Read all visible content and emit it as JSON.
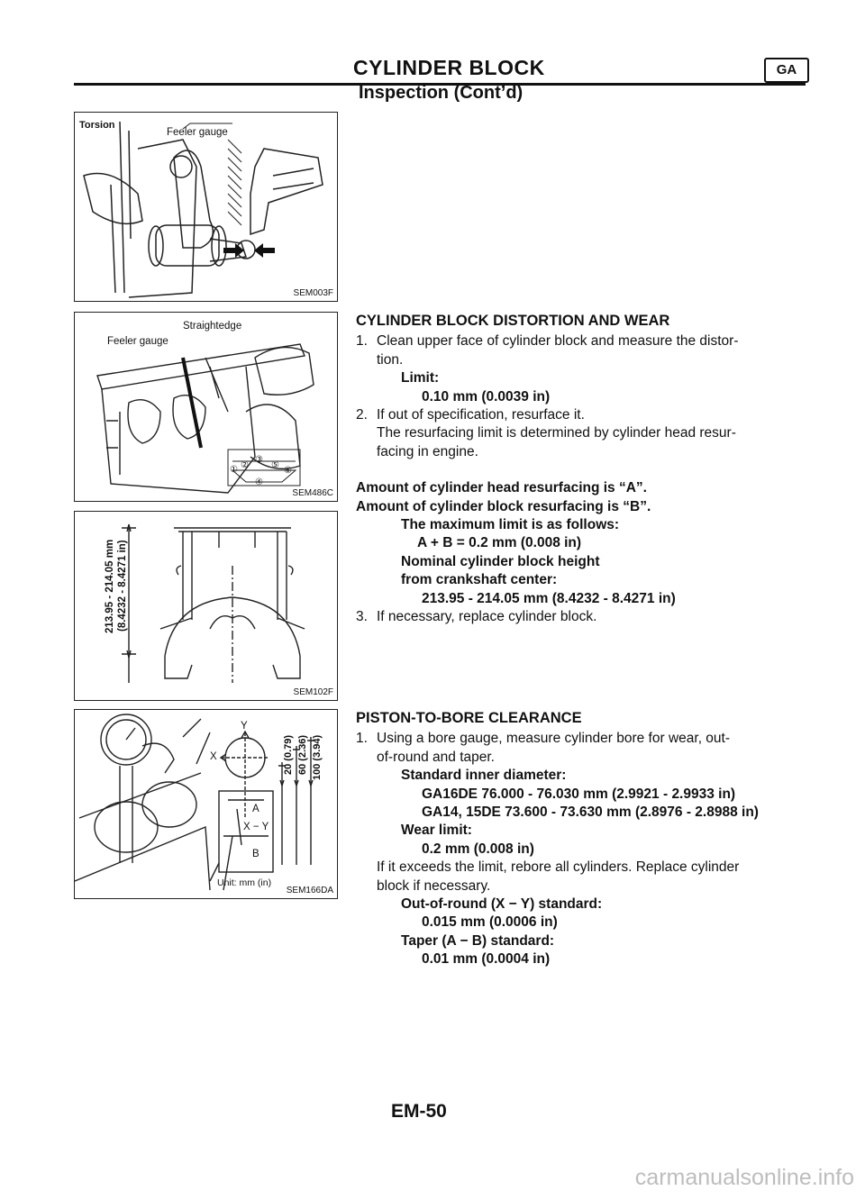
{
  "header": {
    "title": "CYLINDER BLOCK",
    "badge": "GA",
    "subtitle": "Inspection (Cont’d)"
  },
  "figures": [
    {
      "code": "SEM003F",
      "labels": [
        "Torsion",
        "Feeler gauge"
      ]
    },
    {
      "code": "SEM486C",
      "labels": [
        "Straightedge",
        "Feeler gauge"
      ],
      "numbers": [
        "①",
        "②",
        "③",
        "④",
        "⑤",
        "⑥"
      ]
    },
    {
      "code": "SEM102F",
      "labels": [
        "213.95 - 214.05 mm",
        "(8.4232 - 8.4271 in)"
      ]
    },
    {
      "code": "SEM166DA",
      "labels": [
        "Y",
        "X",
        "A",
        "X − Y",
        "B",
        "Unit: mm (in)",
        "20 (0.79)",
        "60 (2.36)",
        "100 (3.94)"
      ]
    }
  ],
  "section1": {
    "heading": "CYLINDER BLOCK DISTORTION AND WEAR",
    "step1_num": "1.",
    "step1_a": "Clean upper face of cylinder block and measure the distor-",
    "step1_b": "tion.",
    "limit_label": "Limit:",
    "limit_value": "0.10 mm (0.0039 in)",
    "step2_num": "2.",
    "step2_a": "If out of specification, resurface it.",
    "step2_b": "The resurfacing limit is determined by cylinder head resur-",
    "step2_c": "facing in engine.",
    "amount_a": "Amount of cylinder head resurfacing is “A”.",
    "amount_b": "Amount of cylinder block resurfacing is “B”.",
    "max_limit": "The maximum limit is as follows:",
    "formula": "A + B = 0.2 mm (0.008 in)",
    "nominal": "Nominal cylinder block height",
    "from_center": "from crankshaft center:",
    "nominal_value": "213.95 - 214.05 mm (8.4232 - 8.4271 in)",
    "step3_num": "3.",
    "step3": "If necessary, replace cylinder block."
  },
  "section2": {
    "heading": "PISTON-TO-BORE CLEARANCE",
    "step1_num": "1.",
    "step1_a": "Using a bore gauge, measure cylinder bore for wear, out-",
    "step1_b": "of-round and taper.",
    "std_label": "Standard inner diameter:",
    "std_1": "GA16DE 76.000 - 76.030 mm (2.9921 - 2.9933 in)",
    "std_2": "GA14, 15DE 73.600 - 73.630 mm (2.8976 - 2.8988 in)",
    "wear_label": "Wear limit:",
    "wear_value": "0.2 mm (0.008 in)",
    "exceed_a": "If it exceeds the limit, rebore all cylinders. Replace cylinder",
    "exceed_b": "block if necessary.",
    "oor_label": "Out-of-round (X − Y) standard:",
    "oor_value": "0.015 mm (0.0006 in)",
    "taper_label": "Taper (A − B) standard:",
    "taper_value": "0.01 mm (0.0004 in)"
  },
  "footer": {
    "page": "EM-50",
    "watermark": "carmanualsonline.info"
  }
}
